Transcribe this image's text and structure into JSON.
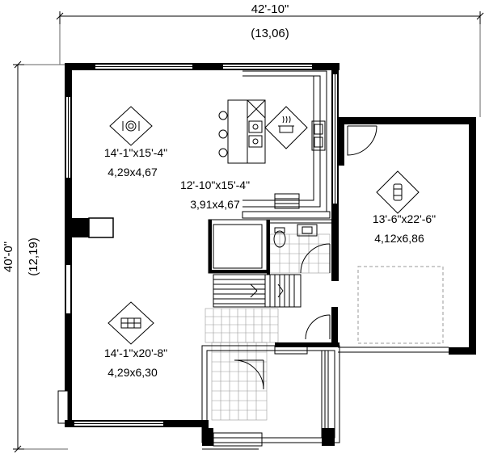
{
  "dimensions": {
    "width_imperial": "42'-10\"",
    "width_metric": "(13,06)",
    "depth_imperial": "40'-0\"",
    "depth_metric": "(12,19)"
  },
  "rooms": [
    {
      "id": "dining",
      "icon": "dining-icon",
      "size_imperial": "14'-1\"x15'-4\"",
      "size_metric": "4,29x4,67"
    },
    {
      "id": "kitchen",
      "icon": "kitchen-icon",
      "size_imperial": "12'-10\"x15'-4\"",
      "size_metric": "3,91x4,67"
    },
    {
      "id": "living",
      "icon": "sofa-icon",
      "size_imperial": "14'-1\"x20'-8\"",
      "size_metric": "4,29x6,30"
    },
    {
      "id": "garage",
      "icon": "car-icon",
      "size_imperial": "13'-6\"x22'-6\"",
      "size_metric": "4,12x6,86"
    }
  ]
}
